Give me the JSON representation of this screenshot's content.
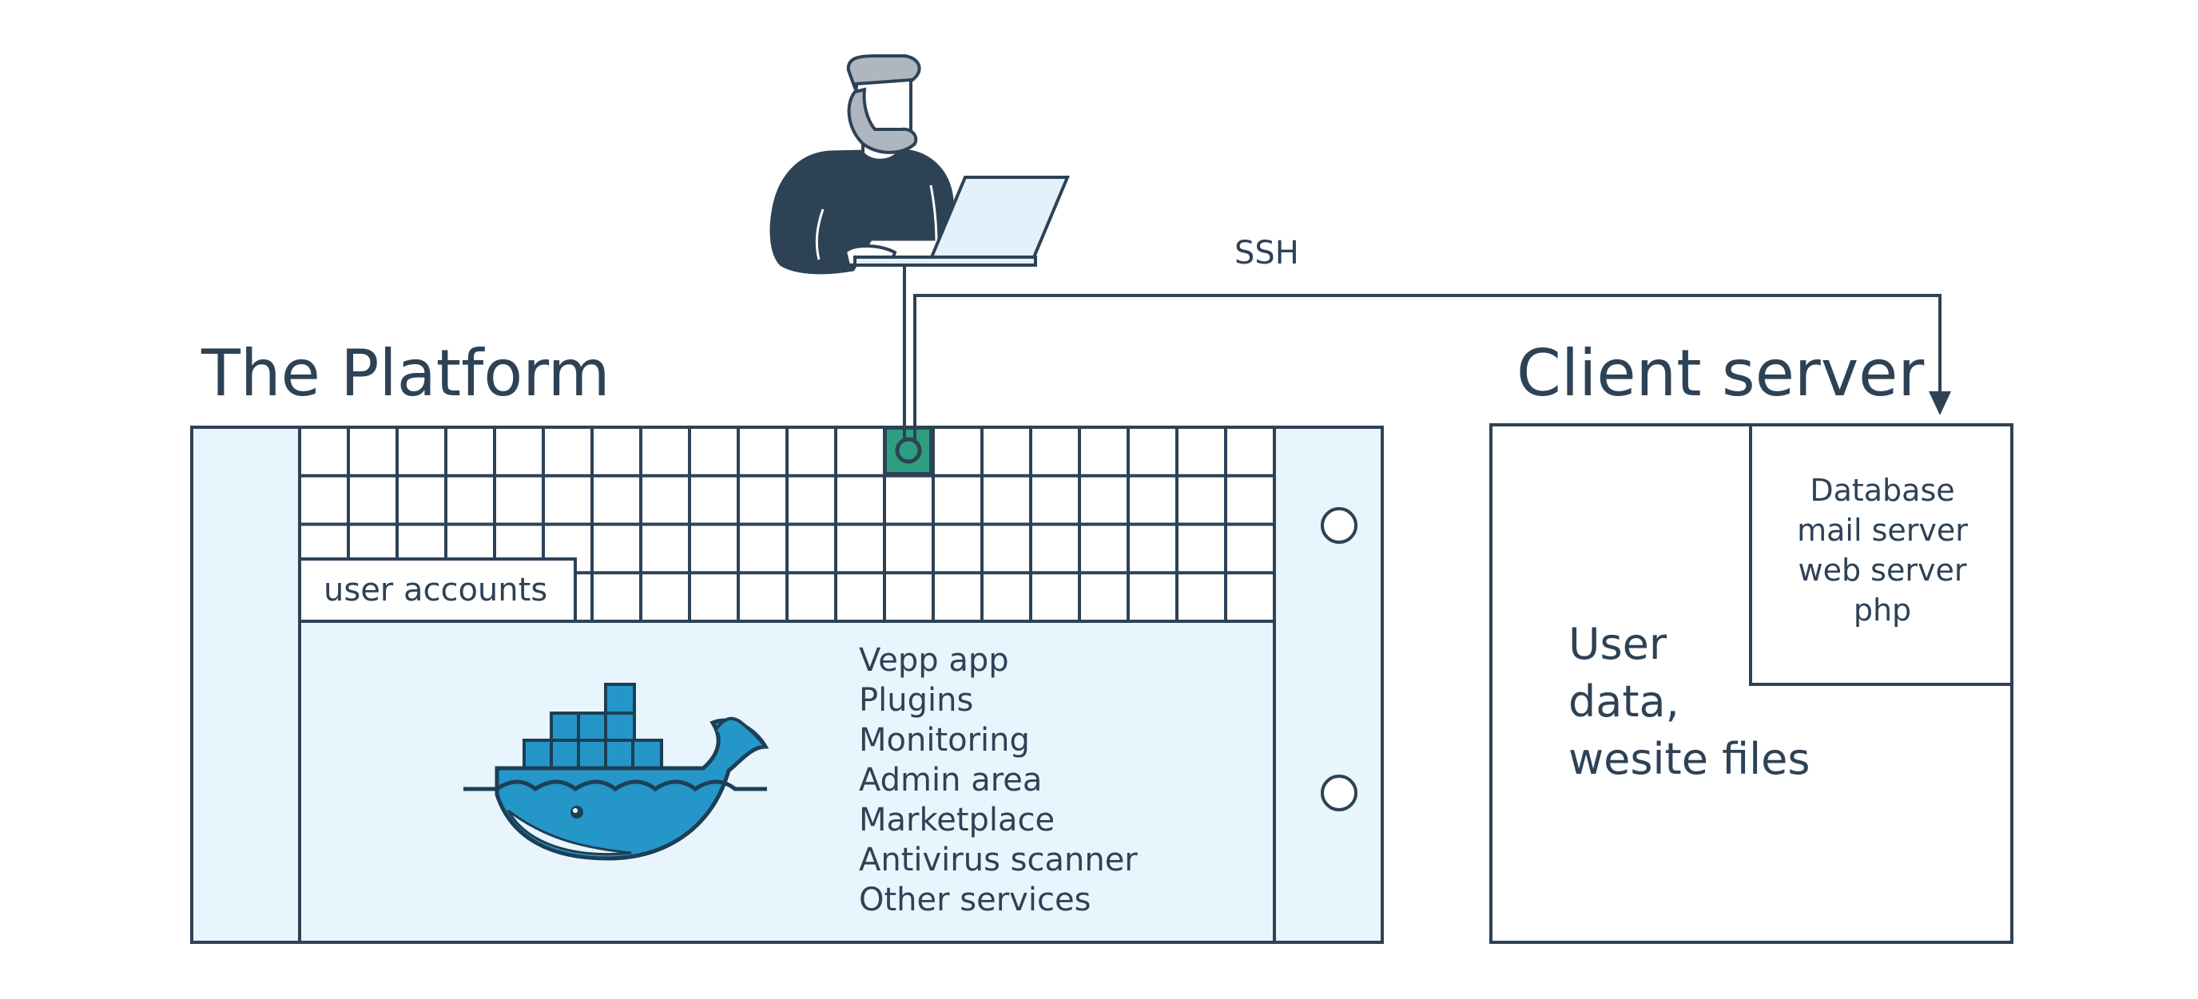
{
  "platform": {
    "title": "The Platform",
    "user_accounts_label": "user accounts",
    "services": [
      "Vepp app",
      "Plugins",
      "Monitoring",
      "Admin area",
      "Marketplace",
      "Antivirus scanner",
      "Other services"
    ]
  },
  "connection": {
    "label": "SSH"
  },
  "client_server": {
    "title": "Client server",
    "stack_lines": [
      "Database",
      "mail server",
      "web server",
      "php"
    ],
    "data_lines": [
      "User",
      "data,",
      "wesite files"
    ]
  },
  "colors": {
    "ink": "#2e4256",
    "panel_fill": "#e8f5fd",
    "grid_highlight": "#2e9e80",
    "docker_blue": "#2496c8",
    "docker_dark": "#1a6f93",
    "laptop_screen": "#e3f1fb"
  },
  "icons": {
    "person": "person-with-laptop-icon",
    "container": "docker-whale-icon"
  }
}
